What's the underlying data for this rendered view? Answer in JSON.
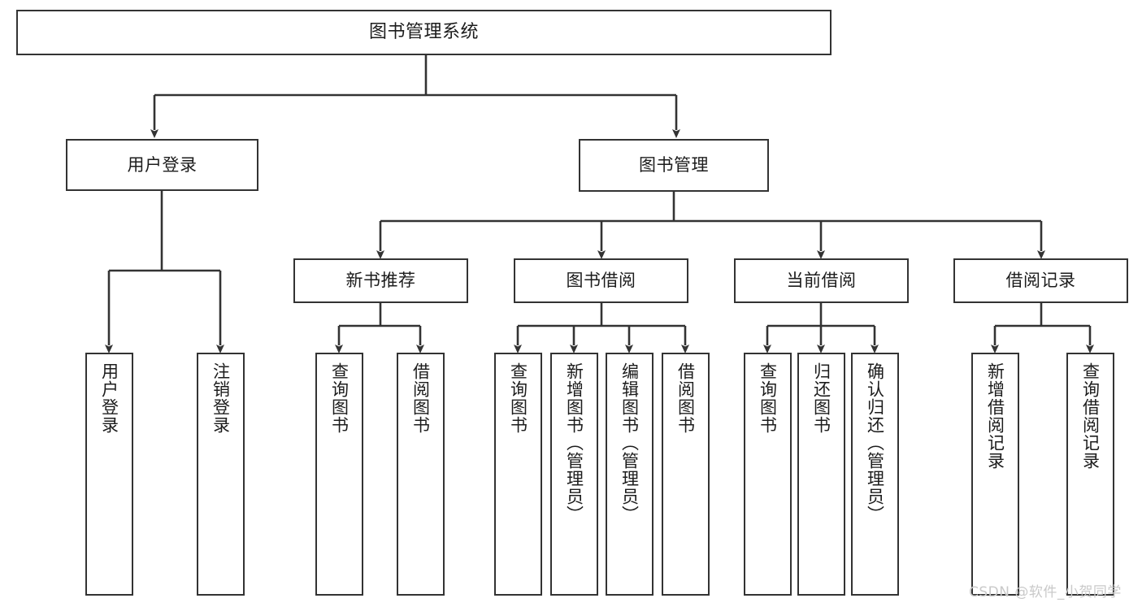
{
  "diagram": {
    "type": "tree-hierarchy",
    "title": "图书管理系统",
    "watermark": "CSDN @软件_小贺同学",
    "colors": {
      "stroke": "#333333",
      "fill": "#ffffff",
      "text": "#1c1c1c",
      "watermark": "#c9c9c9"
    },
    "nodes": {
      "root": {
        "label": "图书管理系统"
      },
      "level2": [
        {
          "id": "user-login",
          "label": "用户登录"
        },
        {
          "id": "book-manage",
          "label": "图书管理"
        }
      ],
      "level3": [
        {
          "id": "new-book-rec",
          "label": "新书推荐"
        },
        {
          "id": "book-borrow",
          "label": "图书借阅"
        },
        {
          "id": "current-borrow",
          "label": "当前借阅"
        },
        {
          "id": "borrow-record",
          "label": "借阅记录"
        }
      ],
      "leaves": [
        {
          "id": "leaf-user-login",
          "label": "用户登录",
          "parent": "user-login"
        },
        {
          "id": "leaf-logout",
          "label": "注销登录",
          "parent": "user-login"
        },
        {
          "id": "leaf-query-book-1",
          "label": "查询图书",
          "parent": "new-book-rec"
        },
        {
          "id": "leaf-borrow-book-1",
          "label": "借阅图书",
          "parent": "new-book-rec"
        },
        {
          "id": "leaf-query-book-2",
          "label": "查询图书",
          "parent": "book-borrow"
        },
        {
          "id": "leaf-add-book",
          "label": "新增图书（管理员）",
          "parent": "book-borrow"
        },
        {
          "id": "leaf-edit-book",
          "label": "编辑图书（管理员）",
          "parent": "book-borrow"
        },
        {
          "id": "leaf-borrow-book-2",
          "label": "借阅图书",
          "parent": "book-borrow"
        },
        {
          "id": "leaf-query-book-3",
          "label": "查询图书",
          "parent": "current-borrow"
        },
        {
          "id": "leaf-return-book",
          "label": "归还图书",
          "parent": "current-borrow"
        },
        {
          "id": "leaf-confirm-return",
          "label": "确认归还（管理员）",
          "parent": "current-borrow"
        },
        {
          "id": "leaf-add-record",
          "label": "新增借阅记录",
          "parent": "borrow-record"
        },
        {
          "id": "leaf-query-record",
          "label": "查询借阅记录",
          "parent": "borrow-record"
        }
      ]
    }
  }
}
